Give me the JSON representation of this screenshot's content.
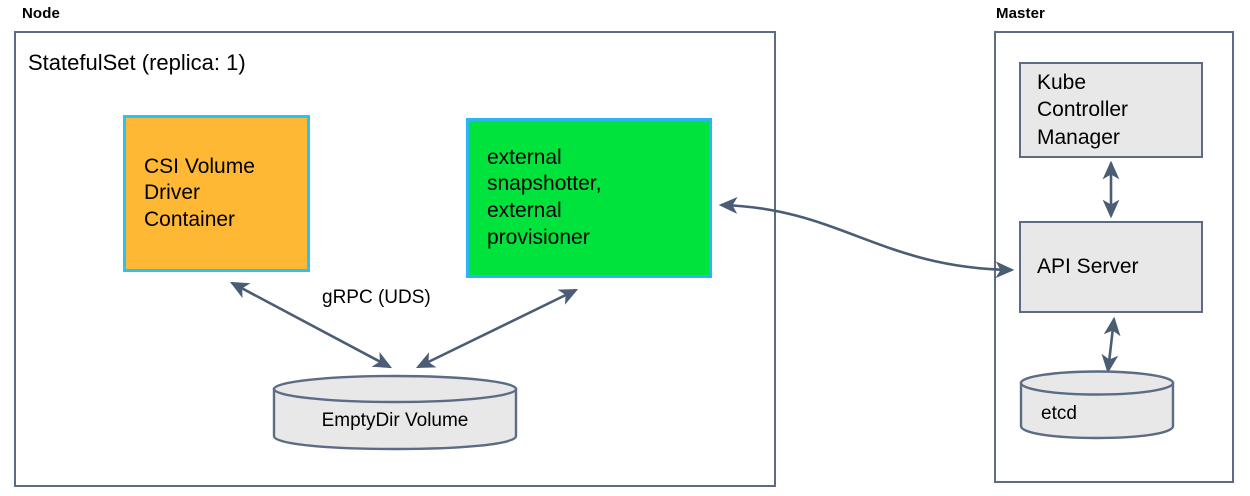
{
  "diagram": {
    "title_node": "Node",
    "title_master": "Master",
    "statefulset_label": "StatefulSet (replica: 1)",
    "grpc_label": "gRPC (UDS)",
    "nodes": {
      "csi_driver": "CSI Volume\nDriver\nContainer",
      "external_sidecars": "external\nsnapshotter,\nexternal\nprovisioner",
      "emptydir": "EmptyDir Volume",
      "kube_controller_manager": "Kube\nController\nManager",
      "api_server": "API Server",
      "etcd": "etcd"
    },
    "colors": {
      "orange_fill": "#ffb833",
      "orange_border": "#29c2f2",
      "green_fill": "#00e23c",
      "green_border": "#29b6f2",
      "gray_fill": "#e8e8e8",
      "stroke": "#5b6c84",
      "arrow": "#4a5d75",
      "background": "#ffffff"
    }
  }
}
